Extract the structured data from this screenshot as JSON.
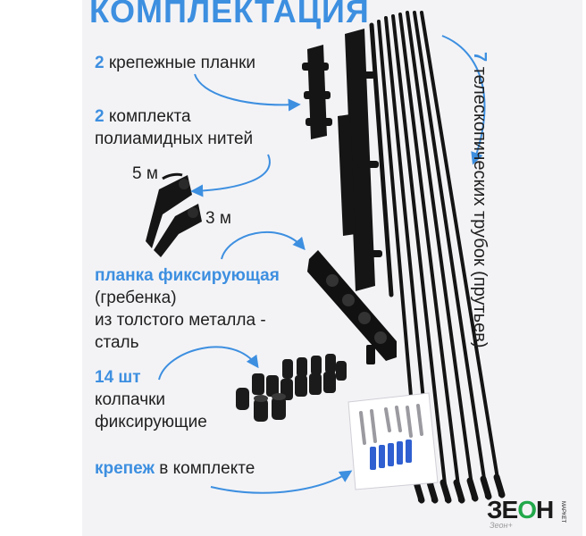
{
  "title": "КОМПЛЕКТАЦИЯ",
  "items": {
    "strips": {
      "count": "2",
      "text": "крепежные планки"
    },
    "threads": {
      "count": "2",
      "text_1": "комплекта",
      "text_2": "полиамидных нитей",
      "len_a": "5 м",
      "len_b": "3 м"
    },
    "comb": {
      "hl": "планка фиксирующая",
      "line_2": "(гребенка)",
      "line_3": "из толстого металла -",
      "line_4": "сталь"
    },
    "caps": {
      "hl": "14 шт",
      "line_2": "колпачки",
      "line_3": "фиксирующие"
    },
    "fasteners": {
      "hl": "крепеж",
      "text": "в комплекте"
    },
    "rods": {
      "count": "7",
      "text": "телескопических трубок (прутьев)"
    }
  },
  "brand": {
    "logo_a": "ЗЕ",
    "logo_o": "О",
    "logo_b": "Н",
    "logo_small": "МАРКЕТ",
    "watermark": "Зеон+"
  },
  "colors": {
    "accent": "#3d8fe0",
    "text": "#1f1f1f",
    "logo_green": "#22a84b"
  },
  "icons": [
    "telescopic-rods-icon",
    "mounting-strip-icon",
    "thread-bundle-icon",
    "comb-strip-icon",
    "end-caps-icon",
    "fastener-kit-icon"
  ]
}
